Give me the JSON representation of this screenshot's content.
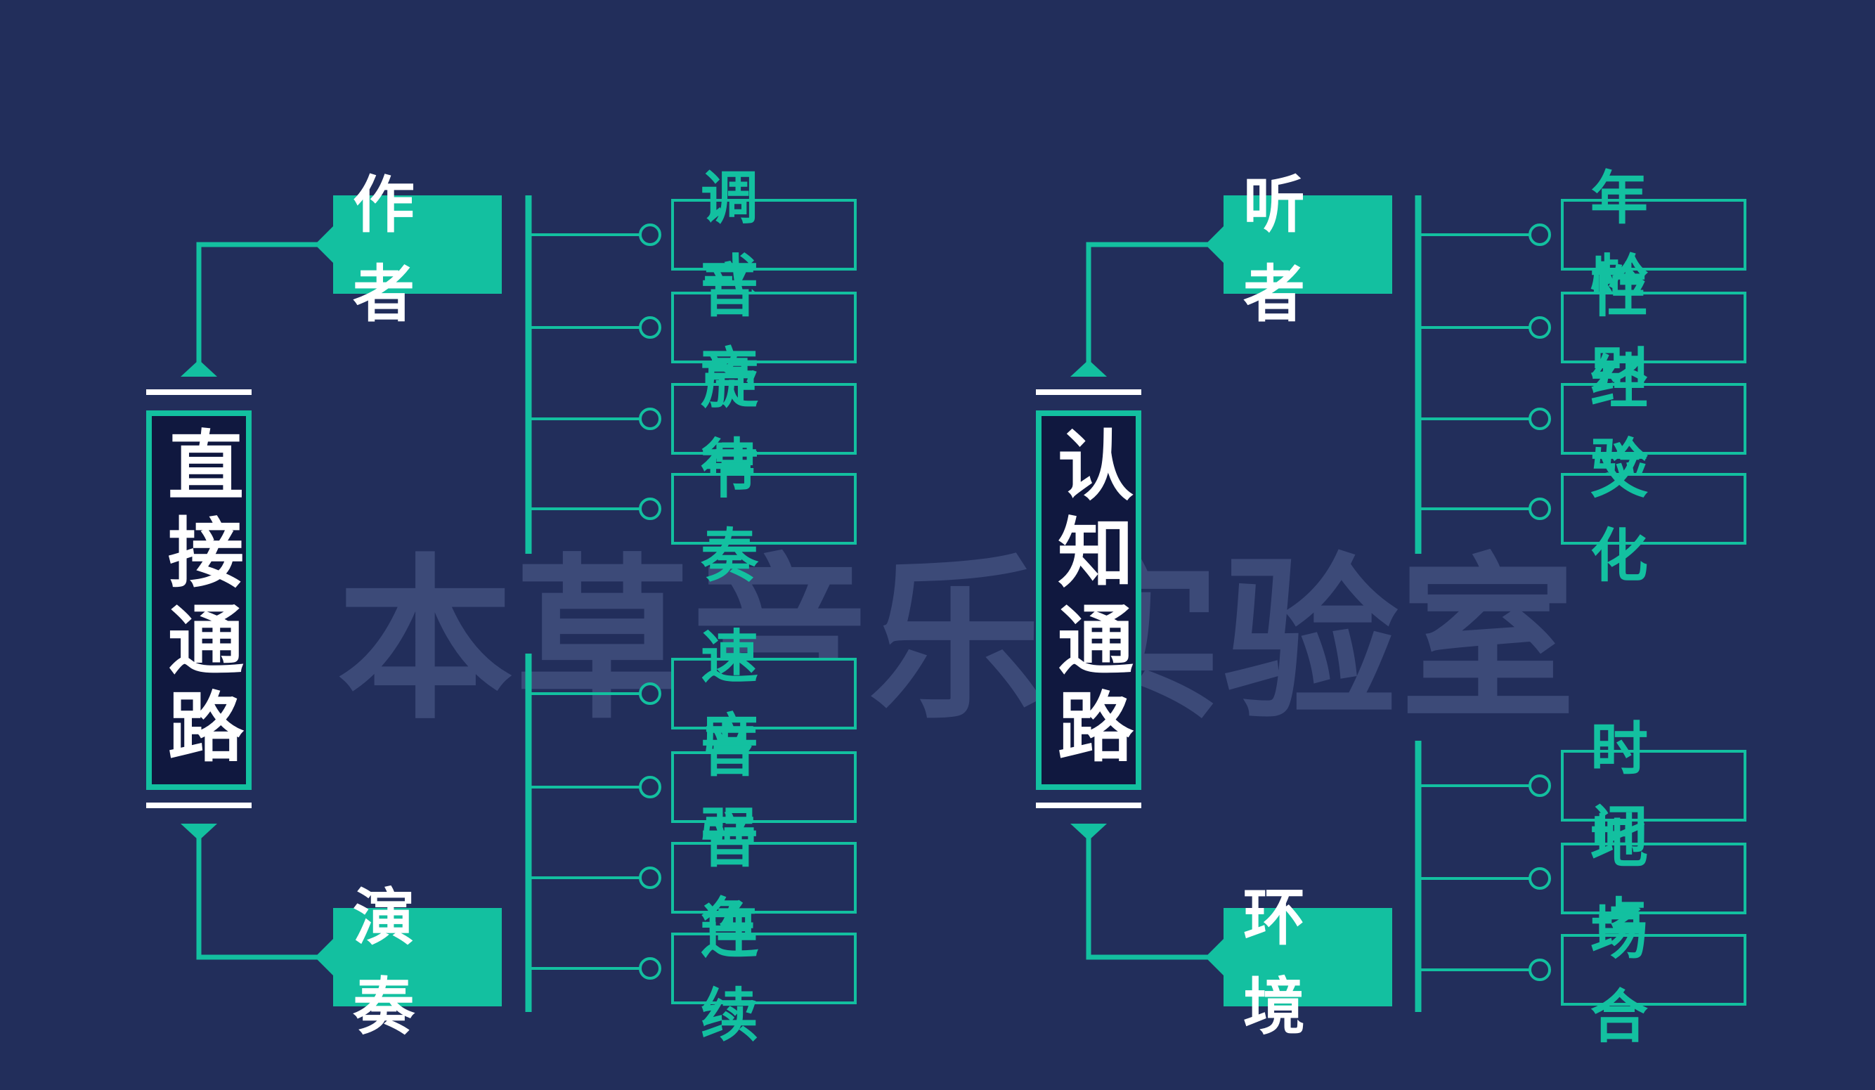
{
  "watermark": "本草音乐实验室",
  "left": {
    "main": "直接通路",
    "author": {
      "label": "作者",
      "items": [
        "调 式",
        "音 高",
        "旋 律",
        "节 奏"
      ]
    },
    "performance": {
      "label": "演奏",
      "items": [
        "速 度",
        "音 强",
        "音 色",
        "连 续"
      ]
    }
  },
  "right": {
    "main": "认知通路",
    "listener": {
      "label": "听者",
      "items": [
        "年 龄",
        "性 别",
        "经 验",
        "文 化"
      ]
    },
    "environment": {
      "label": "环境",
      "items": [
        "时 间",
        "地 点",
        "场 合"
      ]
    }
  },
  "colors": {
    "background": "#222e5b",
    "accent": "#13c0a0",
    "main_fill": "#10183f",
    "text": "#ffffff"
  }
}
